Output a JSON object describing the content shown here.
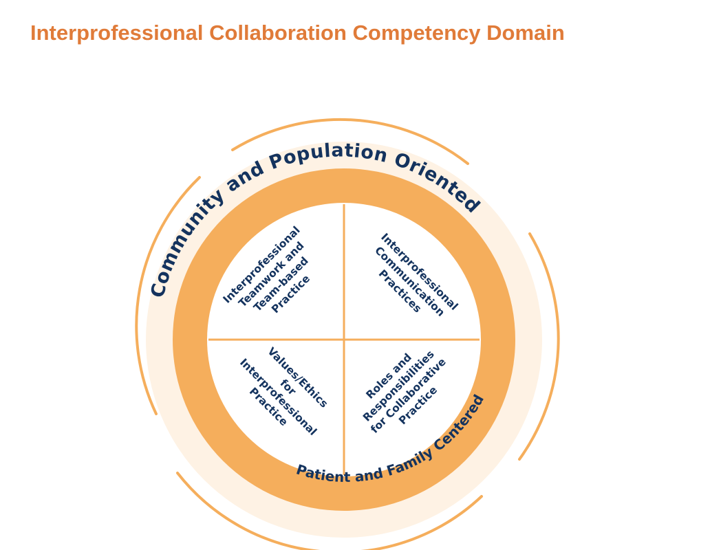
{
  "title": "Interprofessional Collaboration Competency Domain",
  "diagram": {
    "outer_ring_label": "Community and Population Oriented",
    "inner_ring_label": "Patient and Family Centered",
    "quadrants": [
      {
        "id": "top-left",
        "lines": [
          "Interprofessional",
          "Teamwork and",
          "Team-based",
          "Practice"
        ]
      },
      {
        "id": "top-right",
        "lines": [
          "Interprofessional",
          "Communication",
          "Practices"
        ]
      },
      {
        "id": "bottom-left",
        "lines": [
          "Values/Ethics",
          "for",
          "Interprofessional",
          "Practice"
        ]
      },
      {
        "id": "bottom-right",
        "lines": [
          "Roles and",
          "Responsibilities",
          "for Collaborative",
          "Practice"
        ]
      }
    ]
  },
  "colors": {
    "title": "#E07B39",
    "outer_disc": "#FEF2E4",
    "ring": "#F5AE5C",
    "text": "#14335E"
  }
}
